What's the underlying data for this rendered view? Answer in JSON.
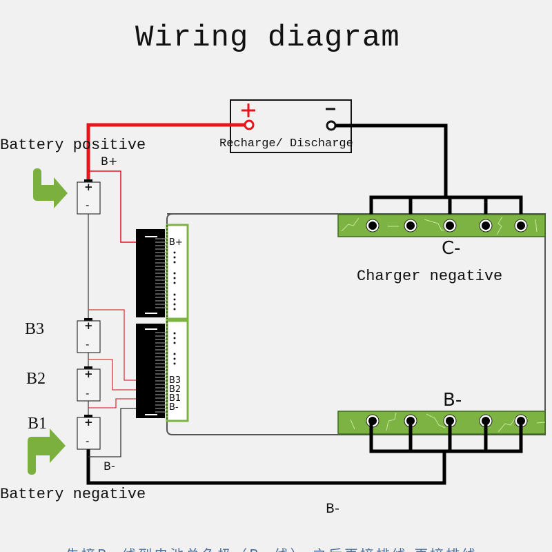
{
  "title": "Wiring diagram",
  "load_box": {
    "label": "Recharge/ Discharge",
    "positive_symbol": "+",
    "negative_symbol": "-"
  },
  "labels": {
    "battery_positive": "Battery positive",
    "battery_negative": "Battery negative",
    "charger_negative": "Charger negative",
    "b_plus": "B+",
    "b_minus_near_cell": "B-",
    "b_minus_bottom": "B-",
    "c_minus_pad": "C-",
    "b_minus_pad": "B-"
  },
  "cells": [
    {
      "name": "",
      "plus": "+",
      "minus": "-"
    },
    {
      "name": "B3",
      "plus": "+",
      "minus": "-"
    },
    {
      "name": "B2",
      "plus": "+",
      "minus": "-"
    },
    {
      "name": "B1",
      "plus": "+",
      "minus": "-"
    }
  ],
  "connector_top": {
    "pins": [
      "B+"
    ]
  },
  "connector_bottom": {
    "pins": [
      "B3",
      "B2",
      "B1",
      "B-"
    ]
  },
  "pads": {
    "c_minus_terminals": 5,
    "b_minus_terminals": 5
  },
  "colors": {
    "positive_wire": "#e8141b",
    "negative_wire": "#000000",
    "pcb_green": "#7cb342",
    "arrow_green": "#7cb03e",
    "balance_wire": "#d9363e"
  },
  "footer_text": "先接B- 线到电池总负极（B- 线）  之后再接排线  再接排线"
}
